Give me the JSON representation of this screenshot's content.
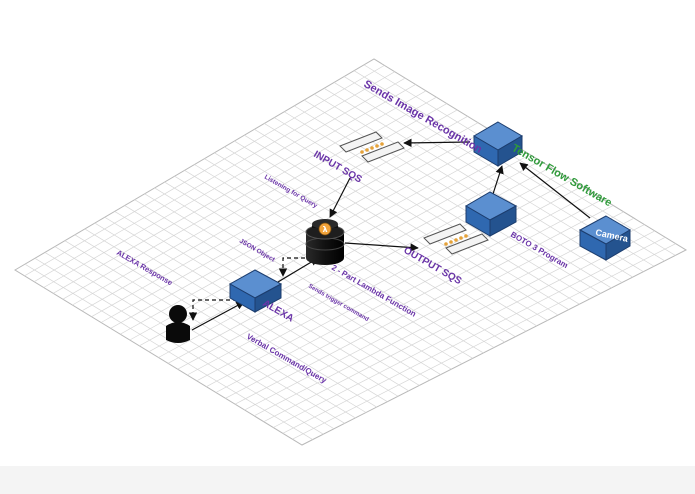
{
  "labels": {
    "sends_image_recognition": "Sends Image Recognition",
    "input_sqs": "INPUT SQS",
    "listening_for_query": "Listening for Query",
    "tensor_flow_software": "Tensor Flow Software",
    "json_object": "JSON Object",
    "lambda_function": "2 - Part Lambda Function",
    "output_sqs": "OUTPUT SQS",
    "boto3_program": "BOTO 3 Program",
    "camera": "Camera",
    "alexa_response": "ALEXA Response",
    "alexa": "ALEXA",
    "sends_trigger_command": "Sends trigger command",
    "verbal_command_query": "Verbal Command/Query"
  },
  "colors": {
    "box_top": "#5b8fd0",
    "box_left": "#2f68b0",
    "box_right": "#24538f",
    "label_purple": "#6a34a8",
    "label_green": "#2f9a3a",
    "grid_line": "#d6d6d6",
    "lambda_badge": "#f2a33a"
  }
}
